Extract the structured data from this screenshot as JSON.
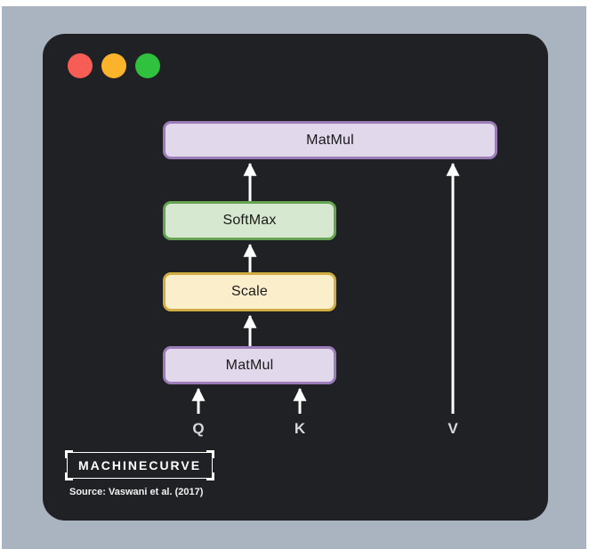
{
  "page": {
    "background_color": "#a9b4c0",
    "window_color": "#202124"
  },
  "window": {
    "traffic_lights": [
      {
        "name": "close",
        "color": "#f75c55"
      },
      {
        "name": "minimize",
        "color": "#fbb32b"
      },
      {
        "name": "zoom",
        "color": "#30c13e"
      }
    ]
  },
  "diagram": {
    "title_semantic": "Scaled Dot-Product Attention",
    "nodes": [
      {
        "id": "matmul-top",
        "label": "MatMul",
        "fill": "#e2d8ec",
        "border": "#9b7cb8"
      },
      {
        "id": "softmax",
        "label": "SoftMax",
        "fill": "#d6e8cf",
        "border": "#66a352"
      },
      {
        "id": "scale",
        "label": "Scale",
        "fill": "#fbeecb",
        "border": "#d1ac42"
      },
      {
        "id": "matmul-bottom",
        "label": "MatMul",
        "fill": "#e2d8ec",
        "border": "#9b7cb8"
      }
    ],
    "inputs": [
      {
        "label": "Q"
      },
      {
        "label": "K"
      },
      {
        "label": "V"
      }
    ],
    "arrow_color": "#ffffff"
  },
  "footer": {
    "logo_text": "MACHINECURVE",
    "source_text": "Source: Vaswani et al. (2017)"
  }
}
